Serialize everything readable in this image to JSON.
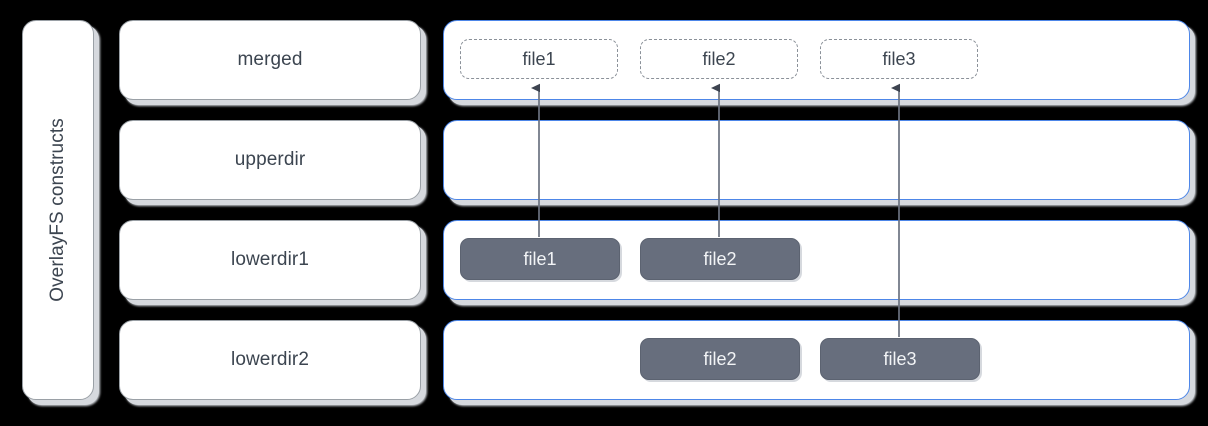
{
  "diagram": {
    "title_column": {
      "label": "OverlayFS constructs"
    },
    "layers": [
      {
        "name": "merged",
        "kind": "virtual"
      },
      {
        "name": "upperdir",
        "kind": "upper"
      },
      {
        "name": "lowerdir1",
        "kind": "lower"
      },
      {
        "name": "lowerdir2",
        "kind": "lower"
      }
    ],
    "merged_files": [
      {
        "label": "file1"
      },
      {
        "label": "file2"
      },
      {
        "label": "file3"
      }
    ],
    "upperdir_files": [],
    "lowerdir1_files": [
      {
        "label": "file1"
      },
      {
        "label": "file2"
      }
    ],
    "lowerdir2_files": [
      {
        "label": "file2"
      },
      {
        "label": "file3"
      }
    ],
    "arrows": [
      {
        "from": "lowerdir1.file1",
        "to": "merged.file1"
      },
      {
        "from": "lowerdir1.file2",
        "to": "merged.file2"
      },
      {
        "from": "lowerdir2.file3",
        "to": "merged.file3"
      }
    ],
    "colors": {
      "background": "#000000",
      "card_fill": "#ffffff",
      "card_border_gray": "#9aa0a6",
      "card_border_blue": "#4d86e8",
      "shadow": "#d6d9de",
      "text": "#3c4550",
      "chip_solid_fill": "#676e7d",
      "chip_solid_text": "#f2f4f6",
      "chip_dashed_border": "#8b9199",
      "arrow": "#6b7280"
    }
  }
}
